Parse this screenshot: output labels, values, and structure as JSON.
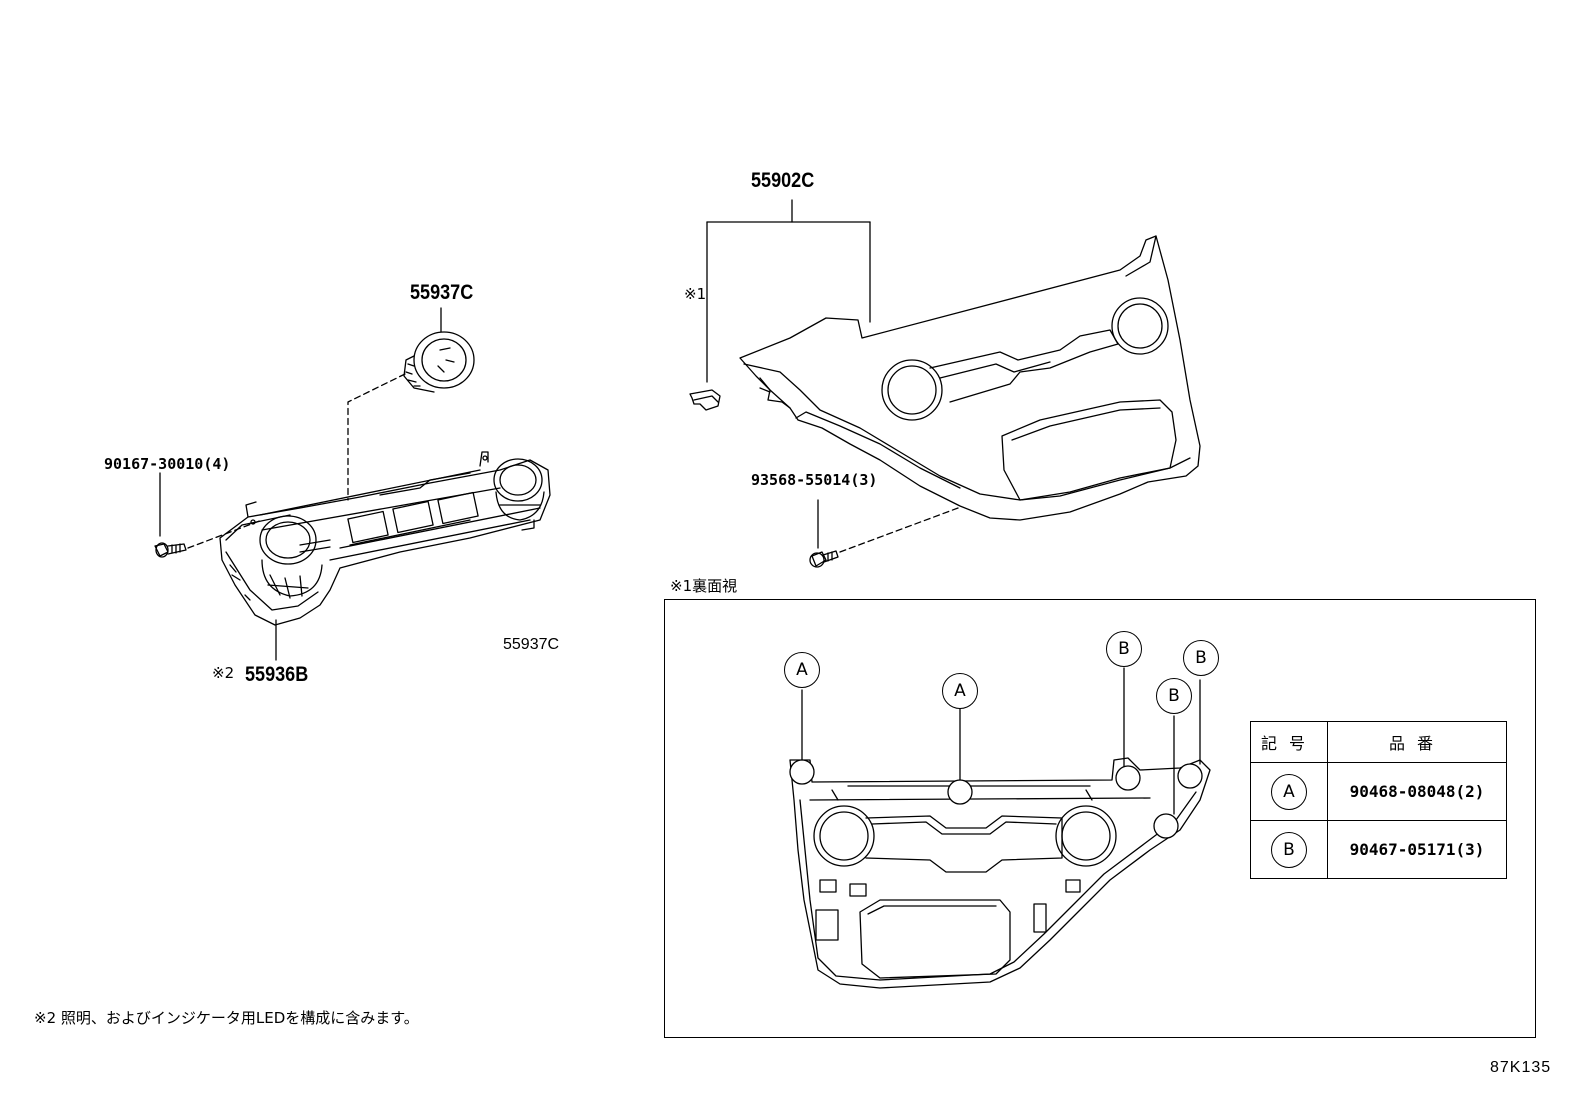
{
  "parts": {
    "p55902C": "55902C",
    "p55937C_top": "55937C",
    "p90167": "90167-30010(4)",
    "p93568": "93568-55014(3)",
    "mark1": "※1",
    "p55936B_mark": "※2",
    "p55936B": "55936B",
    "p55937C_note": "55937C"
  },
  "inset": {
    "title": "※1裏面視",
    "bubbles": {
      "A": "A",
      "B": "B"
    }
  },
  "legend": {
    "header_symbol": "記号",
    "header_part": "品番",
    "rows": [
      {
        "symbol": "A",
        "part": "90468-08048(2)"
      },
      {
        "symbol": "B",
        "part": "90467-05171(3)"
      }
    ]
  },
  "footnote": "※2 照明、およびインジケータ用LEDを構成に含みます。",
  "figure_code": "87K135"
}
